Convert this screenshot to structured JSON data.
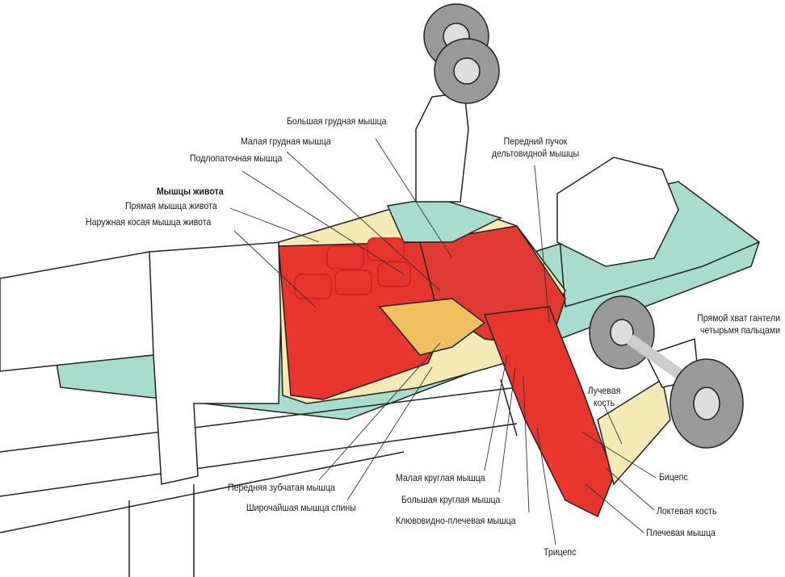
{
  "colors": {
    "muscle": "#e8352e",
    "bench": "#9fd8c8",
    "tendon": "#f3e6a8",
    "metal": "#9a9a9a"
  },
  "labels": {
    "pectoralis_major": "Большая грудная мышца",
    "pectoralis_minor": "Малая грудная мышца",
    "subscapularis": "Подлопаточная мышца",
    "abdominals_heading": "Мышцы живота",
    "rectus_abdominis": "Прямая мышца живота",
    "external_oblique": "Наружная косая мышца живота",
    "anterior_deltoid_line1": "Передний пучок",
    "anterior_deltoid_line2": "дельтовидной мышцы",
    "grip_line1": "Прямой хват гантели",
    "grip_line2": "четырьмя пальцами",
    "radius_line1": "Лучевая",
    "radius_line2": "кость",
    "biceps": "Бицепс",
    "ulna": "Локтевая кость",
    "brachialis": "Плечевая мышца",
    "triceps": "Трицепс",
    "serratus_anterior": "Передняя зубчатая мышца",
    "latissimus_dorsi": "Широчайшая мышца спины",
    "teres_minor": "Малая круглая мышца",
    "teres_major": "Большая круглая мышца",
    "coracobrachialis": "Клювовидно-плечевая мышца"
  }
}
